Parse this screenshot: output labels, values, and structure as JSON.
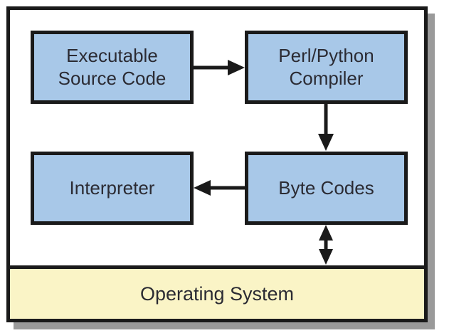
{
  "diagram": {
    "nodes": [
      {
        "id": "source",
        "label": "Executable\nSource Code"
      },
      {
        "id": "compiler",
        "label": "Perl/Python\nCompiler"
      },
      {
        "id": "interpreter",
        "label": "Interpreter"
      },
      {
        "id": "bytecodes",
        "label": "Byte Codes"
      },
      {
        "id": "os",
        "label": "Operating System"
      }
    ],
    "edges": [
      {
        "from": "source",
        "to": "compiler",
        "direction": "right",
        "arrow": "single"
      },
      {
        "from": "compiler",
        "to": "bytecodes",
        "direction": "down",
        "arrow": "single"
      },
      {
        "from": "bytecodes",
        "to": "interpreter",
        "direction": "left",
        "arrow": "single"
      },
      {
        "from": "bytecodes",
        "to": "os",
        "direction": "vertical",
        "arrow": "double"
      }
    ],
    "colors": {
      "node_fill": "#a8c8e8",
      "os_fill": "#faf4c6",
      "border": "#1a1a1a",
      "shadow": "#9a9a9a",
      "text": "#2b2b33"
    }
  }
}
